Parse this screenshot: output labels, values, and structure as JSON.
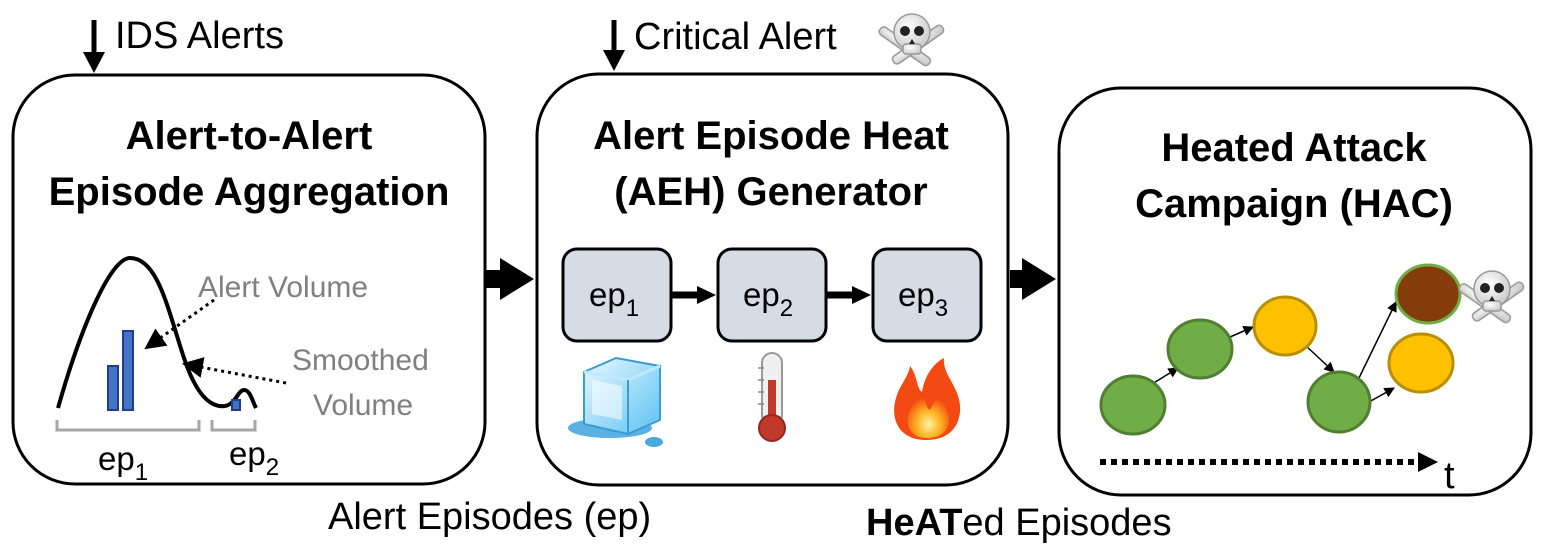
{
  "inputs": {
    "ids_alerts": "IDS Alerts",
    "critical_alert": "Critical Alert"
  },
  "stage1": {
    "title_line1": "Alert-to-Alert",
    "title_line2": "Episode Aggregation",
    "alert_volume": "Alert Volume",
    "smoothed_line1": "Smoothed",
    "smoothed_line2": "Volume",
    "ep1_base": "ep",
    "ep1_sub": "1",
    "ep2_base": "ep",
    "ep2_sub": "2"
  },
  "stage2": {
    "title_line1": "Alert Episode Heat",
    "title_line2": "(AEH) Generator",
    "episodes": [
      {
        "base": "ep",
        "sub": "1",
        "heat_icon": "ice-cube-icon"
      },
      {
        "base": "ep",
        "sub": "2",
        "heat_icon": "thermometer-icon"
      },
      {
        "base": "ep",
        "sub": "3",
        "heat_icon": "fire-icon"
      }
    ]
  },
  "stage3": {
    "title_line1": "Heated Attack",
    "title_line2": "Campaign (HAC)",
    "time_label": "t",
    "node_colors": {
      "green": "#70ad47",
      "yellow": "#ffc000",
      "critical": "#843c0c"
    }
  },
  "bottom": {
    "alert_episodes": "Alert Episodes (ep)",
    "heated_bold1": "He",
    "heated_bold2": "AT",
    "heated_rest": "ed Episodes"
  },
  "icons": [
    "down-arrow-icon",
    "skull-crossbones-icon",
    "ice-cube-icon",
    "thermometer-icon",
    "fire-icon"
  ]
}
